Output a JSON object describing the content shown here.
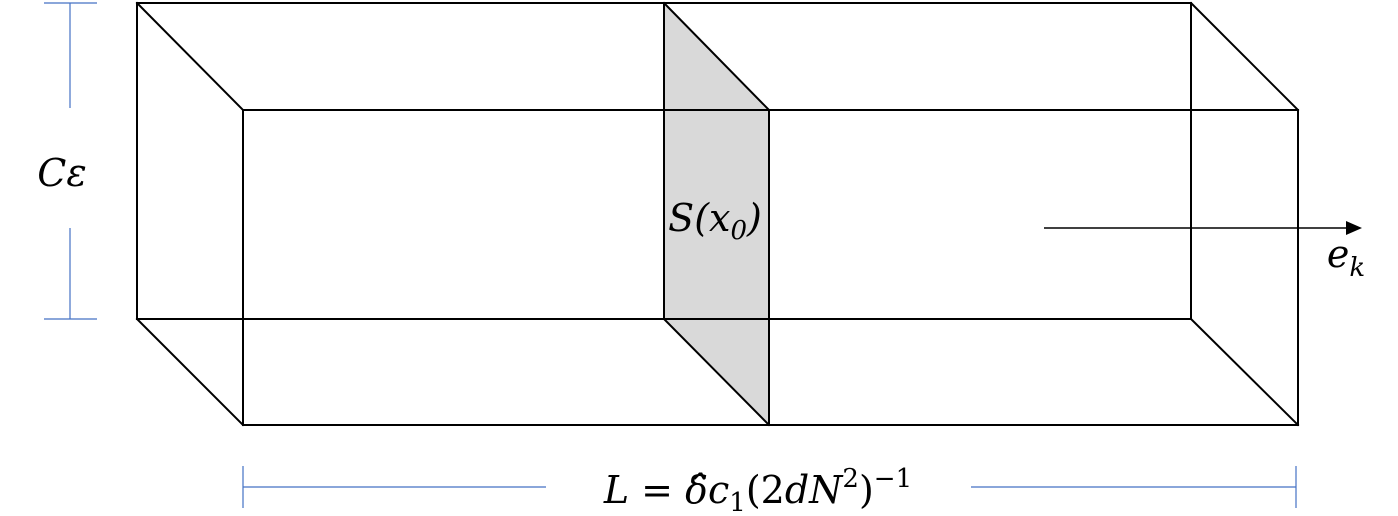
{
  "labels": {
    "height": "Cε",
    "section": "S(x",
    "section_sub": "0",
    "section_close": ")",
    "direction": "e",
    "direction_sub": "k",
    "length_L": "L",
    "length_eq": " = ",
    "length_delta": "δ̂",
    "length_c": "c",
    "length_c_sub": "1",
    "length_open": "(2",
    "length_dN": "dN",
    "length_sq": "2",
    "length_close": ")",
    "length_exp": "−1"
  },
  "colors": {
    "edges": "#000000",
    "cross_section_fill": "#d9d9d9",
    "dimension_lines": "#4472c4"
  }
}
